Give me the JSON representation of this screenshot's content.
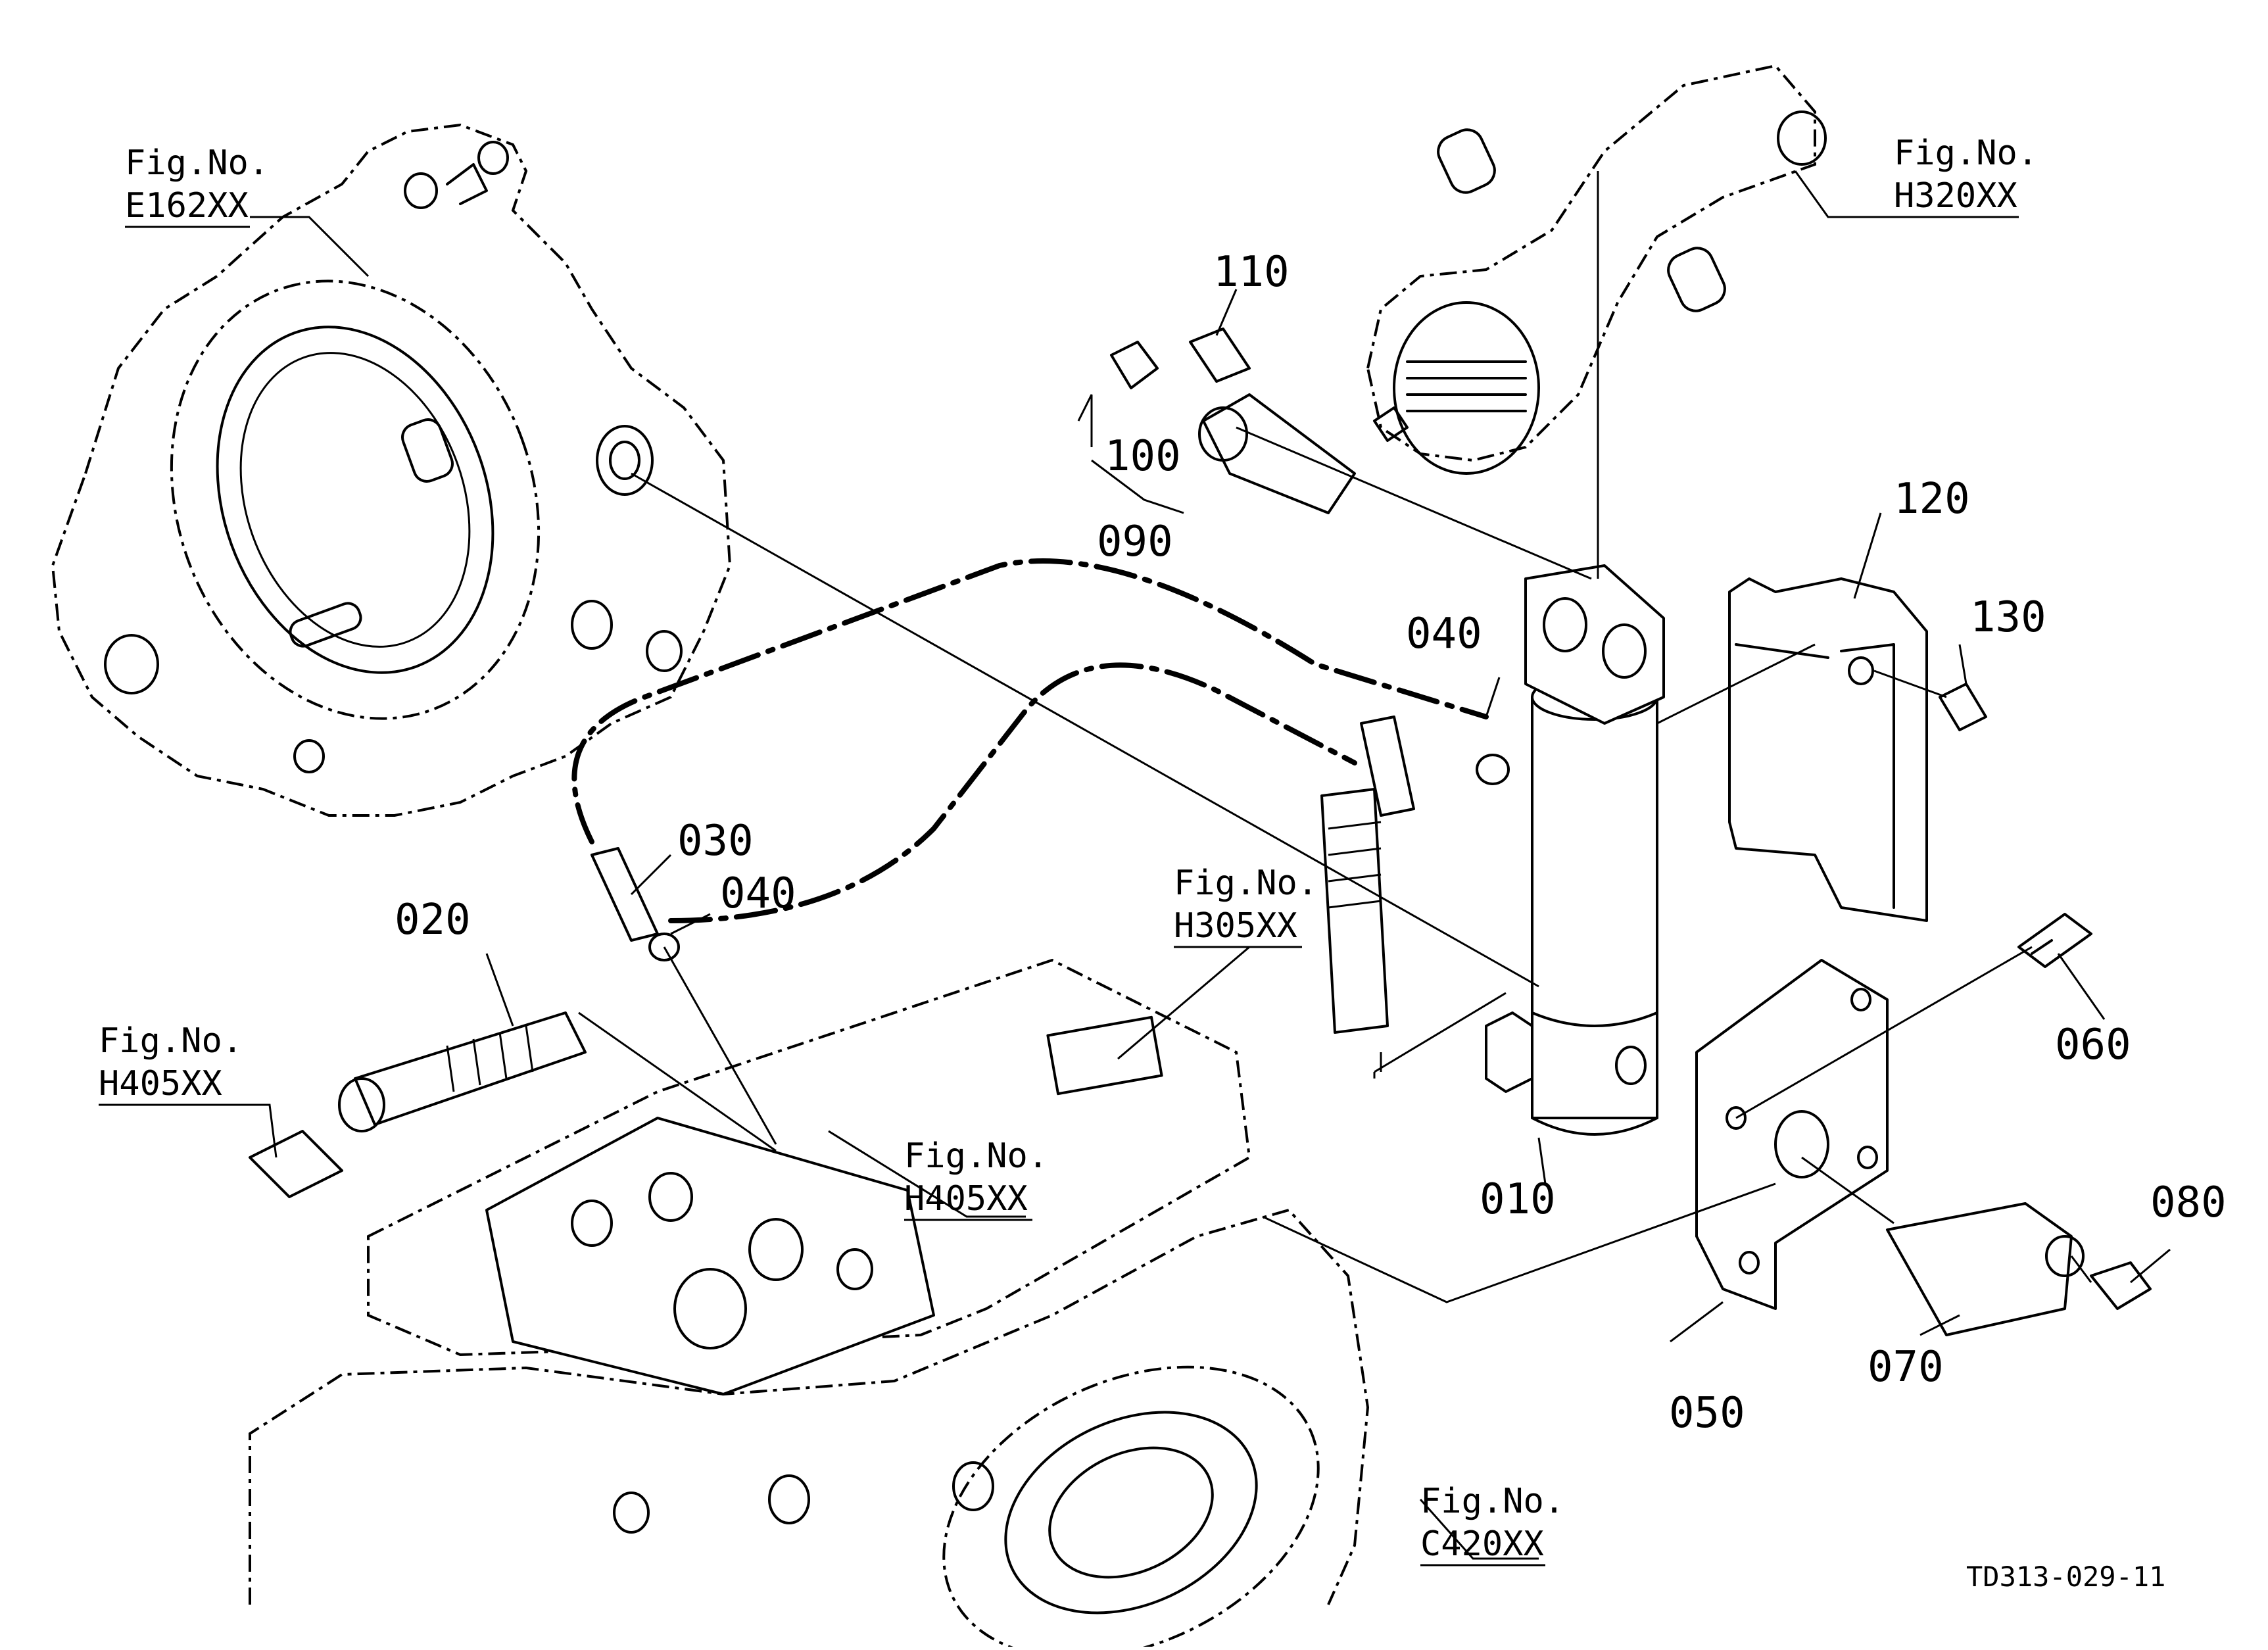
{
  "diagram": {
    "drawing_id": "TD313-029-11",
    "parts": [
      {
        "key": "p010",
        "number": "010"
      },
      {
        "key": "p020",
        "number": "020"
      },
      {
        "key": "p030",
        "number": "030"
      },
      {
        "key": "p040a",
        "number": "040"
      },
      {
        "key": "p040b",
        "number": "040"
      },
      {
        "key": "p050",
        "number": "050"
      },
      {
        "key": "p060",
        "number": "060"
      },
      {
        "key": "p070",
        "number": "070"
      },
      {
        "key": "p080",
        "number": "080"
      },
      {
        "key": "p090",
        "number": "090"
      },
      {
        "key": "p100",
        "number": "100"
      },
      {
        "key": "p110",
        "number": "110"
      },
      {
        "key": "p120",
        "number": "120"
      },
      {
        "key": "p130",
        "number": "130"
      }
    ],
    "figure_refs": [
      {
        "key": "e162",
        "label": "Fig.No.",
        "code": "E162XX"
      },
      {
        "key": "h320",
        "label": "Fig.No.",
        "code": "H320XX"
      },
      {
        "key": "h305",
        "label": "Fig.No.",
        "code": "H305XX"
      },
      {
        "key": "h405a",
        "label": "Fig.No.",
        "code": "H405XX"
      },
      {
        "key": "h405b",
        "label": "Fig.No.",
        "code": "H405XX"
      },
      {
        "key": "c420",
        "label": "Fig.No.",
        "code": "C420XX"
      }
    ]
  }
}
